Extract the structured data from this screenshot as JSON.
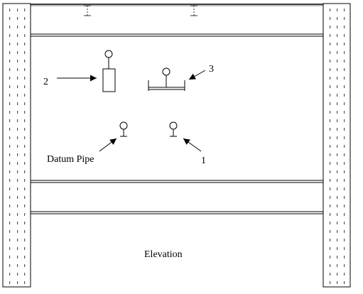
{
  "labels": {
    "item1": "1",
    "item2": "2",
    "item3": "3",
    "datum": "Datum Pipe",
    "caption": "Elevation"
  },
  "colors": {
    "stroke": "#000000",
    "hole": "#555555",
    "background": "#ffffff"
  }
}
